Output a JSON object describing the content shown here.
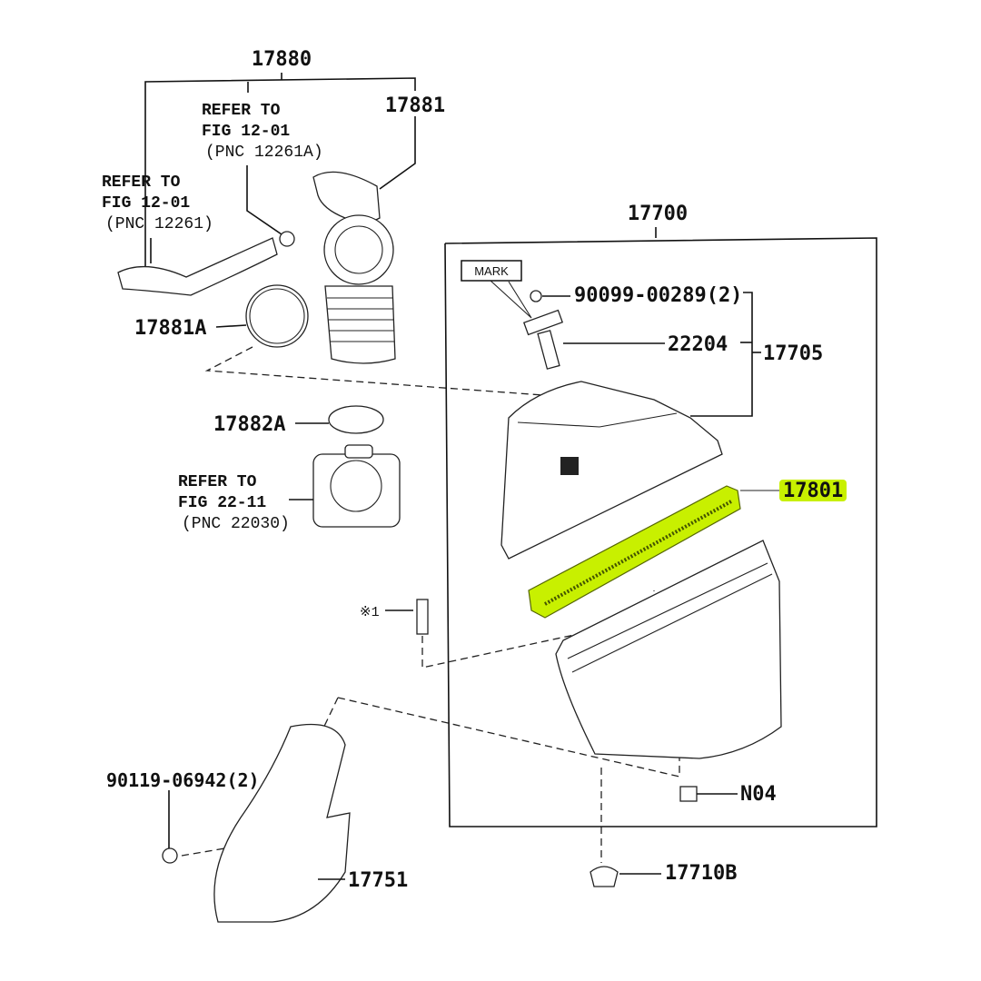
{
  "diagram": {
    "group_labels": {
      "air_hose_assembly": "17880",
      "air_cleaner_assembly": "17700",
      "cap_subassembly": "17705"
    },
    "parts": {
      "p17881": "17881",
      "p17881A": "17881A",
      "p17882A": "17882A",
      "p90099": "90099-00289(2)",
      "p22204": "22204",
      "p17801": "17801",
      "p90119": "90119-06942(2)",
      "pN04": "N04",
      "p17751": "17751",
      "p17710B": "17710B",
      "note1": "※1"
    },
    "references": [
      {
        "line1": "REFER TO",
        "line2": "FIG 12-01",
        "line3": "(PNC 12261A)"
      },
      {
        "line1": "REFER TO",
        "line2": "FIG 12-01",
        "line3": "(PNC 12261)"
      },
      {
        "line1": "REFER TO",
        "line2": "FIG 22-11",
        "line3": "(PNC 22030)"
      }
    ],
    "mark_label": "MARK",
    "highlight_color": "#c8f000"
  }
}
